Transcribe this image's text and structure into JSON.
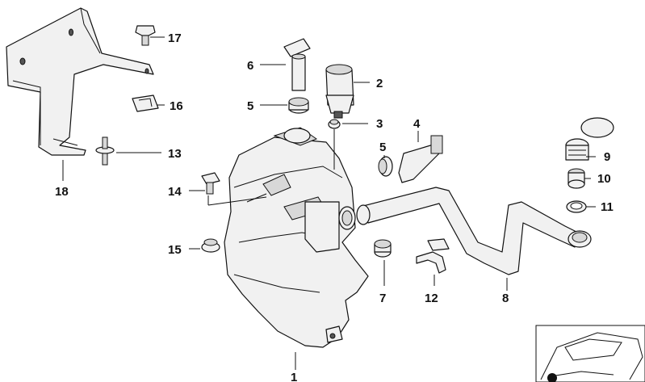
{
  "diagram": {
    "callouts": {
      "p1": "1",
      "p2": "2",
      "p3": "3",
      "p4": "4",
      "p5a": "5",
      "p5b": "5",
      "p6": "6",
      "p7": "7",
      "p8": "8",
      "p9": "9",
      "p10": "10",
      "p11": "11",
      "p12": "12",
      "p13": "13",
      "p14": "14",
      "p15": "15",
      "p16": "16",
      "p17": "17",
      "p18": "18"
    }
  }
}
